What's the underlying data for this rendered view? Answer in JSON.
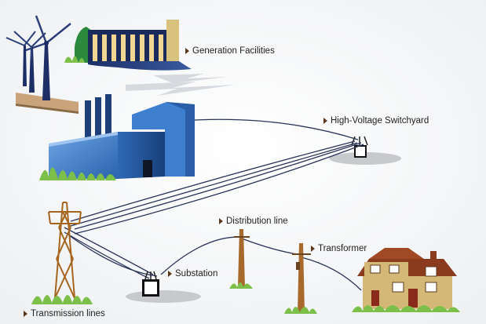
{
  "labels": {
    "generation": "Generation Facilities",
    "switchyard": "High-Voltage Switchyard",
    "distribution": "Distribution line",
    "transformer": "Transformer",
    "substation": "Substation",
    "transmission": "Transmission lines"
  },
  "colors": {
    "building_blue": "#3f7fc9",
    "building_dark": "#1f4f8f",
    "grass": "#7cc04a",
    "pole": "#a86a2c",
    "house_roof": "#8a3b1d",
    "house_wall": "#d4b878"
  }
}
